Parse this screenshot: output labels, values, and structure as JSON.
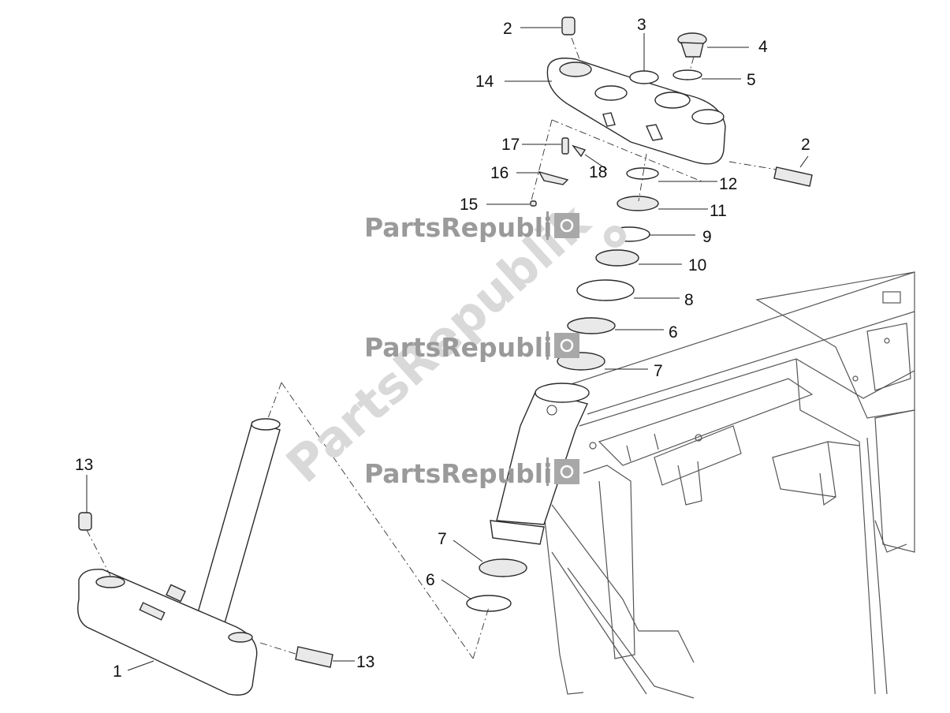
{
  "watermark": {
    "brand": "PartsRepublik",
    "diagonal": "PartsRepublik"
  },
  "callouts": [
    {
      "id": "c2a",
      "text": "2"
    },
    {
      "id": "c3",
      "text": "3"
    },
    {
      "id": "c4",
      "text": "4"
    },
    {
      "id": "c5",
      "text": "5"
    },
    {
      "id": "c14",
      "text": "14"
    },
    {
      "id": "c2b",
      "text": "2"
    },
    {
      "id": "c17",
      "text": "17"
    },
    {
      "id": "c18",
      "text": "18"
    },
    {
      "id": "c16",
      "text": "16"
    },
    {
      "id": "c12",
      "text": "12"
    },
    {
      "id": "c15",
      "text": "15"
    },
    {
      "id": "c11",
      "text": "11"
    },
    {
      "id": "c9",
      "text": "9"
    },
    {
      "id": "c10",
      "text": "10"
    },
    {
      "id": "c8",
      "text": "8"
    },
    {
      "id": "c6a",
      "text": "6"
    },
    {
      "id": "c7a",
      "text": "7"
    },
    {
      "id": "c13a",
      "text": "13"
    },
    {
      "id": "c7b",
      "text": "7"
    },
    {
      "id": "c6b",
      "text": "6"
    },
    {
      "id": "c13b",
      "text": "13"
    },
    {
      "id": "c1",
      "text": "1"
    }
  ]
}
